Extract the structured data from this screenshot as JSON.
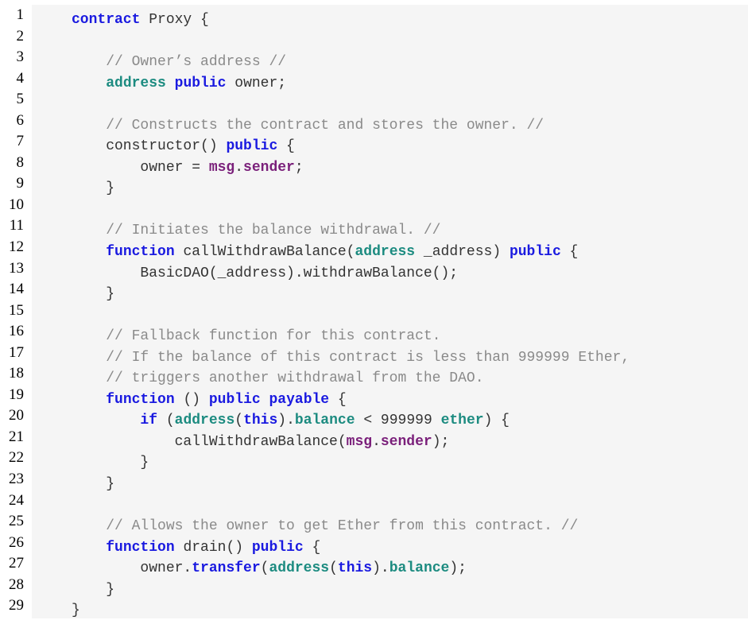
{
  "colors": {
    "keyword": "#1a1ae0",
    "type": "#1c8b80",
    "builtin": "#7a1f7a",
    "comment": "#8a8a8a",
    "plain": "#333333",
    "background": "#f5f5f5"
  },
  "lines": [
    {
      "n": "1",
      "tokens": [
        [
          "kw",
          "contract"
        ],
        [
          "plain",
          " Proxy {"
        ]
      ]
    },
    {
      "n": "2",
      "tokens": []
    },
    {
      "n": "3",
      "tokens": [
        [
          "plain",
          "    "
        ],
        [
          "comment",
          "// Owner’s address //"
        ]
      ]
    },
    {
      "n": "4",
      "tokens": [
        [
          "plain",
          "    "
        ],
        [
          "type",
          "address"
        ],
        [
          "plain",
          " "
        ],
        [
          "kw",
          "public"
        ],
        [
          "plain",
          " owner;"
        ]
      ]
    },
    {
      "n": "5",
      "tokens": []
    },
    {
      "n": "6",
      "tokens": [
        [
          "plain",
          "    "
        ],
        [
          "comment",
          "// Constructs the contract and stores the owner. //"
        ]
      ]
    },
    {
      "n": "7",
      "tokens": [
        [
          "plain",
          "    constructor() "
        ],
        [
          "kw",
          "public"
        ],
        [
          "plain",
          " {"
        ]
      ]
    },
    {
      "n": "8",
      "tokens": [
        [
          "plain",
          "        owner = "
        ],
        [
          "builtin",
          "msg"
        ],
        [
          "plain",
          "."
        ],
        [
          "builtin",
          "sender"
        ],
        [
          "plain",
          ";"
        ]
      ]
    },
    {
      "n": "9",
      "tokens": [
        [
          "plain",
          "    }"
        ]
      ]
    },
    {
      "n": "10",
      "tokens": []
    },
    {
      "n": "11",
      "tokens": [
        [
          "plain",
          "    "
        ],
        [
          "comment",
          "// Initiates the balance withdrawal. //"
        ]
      ]
    },
    {
      "n": "12",
      "tokens": [
        [
          "plain",
          "    "
        ],
        [
          "kw",
          "function"
        ],
        [
          "plain",
          " callWithdrawBalance("
        ],
        [
          "type",
          "address"
        ],
        [
          "plain",
          " _address) "
        ],
        [
          "kw",
          "public"
        ],
        [
          "plain",
          " {"
        ]
      ]
    },
    {
      "n": "13",
      "tokens": [
        [
          "plain",
          "        BasicDAO(_address).withdrawBalance();"
        ]
      ]
    },
    {
      "n": "14",
      "tokens": [
        [
          "plain",
          "    }"
        ]
      ]
    },
    {
      "n": "15",
      "tokens": []
    },
    {
      "n": "16",
      "tokens": [
        [
          "plain",
          "    "
        ],
        [
          "comment",
          "// Fallback function for this contract."
        ]
      ]
    },
    {
      "n": "17",
      "tokens": [
        [
          "plain",
          "    "
        ],
        [
          "comment",
          "// If the balance of this contract is less than 999999 Ether,"
        ]
      ]
    },
    {
      "n": "18",
      "tokens": [
        [
          "plain",
          "    "
        ],
        [
          "comment",
          "// triggers another withdrawal from the DAO."
        ]
      ]
    },
    {
      "n": "19",
      "tokens": [
        [
          "plain",
          "    "
        ],
        [
          "kw",
          "function"
        ],
        [
          "plain",
          " () "
        ],
        [
          "kw",
          "public"
        ],
        [
          "plain",
          " "
        ],
        [
          "kw",
          "payable"
        ],
        [
          "plain",
          " {"
        ]
      ]
    },
    {
      "n": "20",
      "tokens": [
        [
          "plain",
          "        "
        ],
        [
          "kw",
          "if"
        ],
        [
          "plain",
          " ("
        ],
        [
          "type",
          "address"
        ],
        [
          "plain",
          "("
        ],
        [
          "kw",
          "this"
        ],
        [
          "plain",
          ")."
        ],
        [
          "type",
          "balance"
        ],
        [
          "plain",
          " < 999999 "
        ],
        [
          "type",
          "ether"
        ],
        [
          "plain",
          ") {"
        ]
      ]
    },
    {
      "n": "21",
      "tokens": [
        [
          "plain",
          "            callWithdrawBalance("
        ],
        [
          "builtin",
          "msg"
        ],
        [
          "plain",
          "."
        ],
        [
          "builtin",
          "sender"
        ],
        [
          "plain",
          ");"
        ]
      ]
    },
    {
      "n": "22",
      "tokens": [
        [
          "plain",
          "        }"
        ]
      ]
    },
    {
      "n": "23",
      "tokens": [
        [
          "plain",
          "    }"
        ]
      ]
    },
    {
      "n": "24",
      "tokens": []
    },
    {
      "n": "25",
      "tokens": [
        [
          "plain",
          "    "
        ],
        [
          "comment",
          "// Allows the owner to get Ether from this contract. //"
        ]
      ]
    },
    {
      "n": "26",
      "tokens": [
        [
          "plain",
          "    "
        ],
        [
          "kw",
          "function"
        ],
        [
          "plain",
          " drain() "
        ],
        [
          "kw",
          "public"
        ],
        [
          "plain",
          " {"
        ]
      ]
    },
    {
      "n": "27",
      "tokens": [
        [
          "plain",
          "        owner."
        ],
        [
          "kw",
          "transfer"
        ],
        [
          "plain",
          "("
        ],
        [
          "type",
          "address"
        ],
        [
          "plain",
          "("
        ],
        [
          "kw",
          "this"
        ],
        [
          "plain",
          ")."
        ],
        [
          "type",
          "balance"
        ],
        [
          "plain",
          ");"
        ]
      ]
    },
    {
      "n": "28",
      "tokens": [
        [
          "plain",
          "    }"
        ]
      ]
    },
    {
      "n": "29",
      "tokens": [
        [
          "plain",
          "}"
        ]
      ]
    }
  ]
}
